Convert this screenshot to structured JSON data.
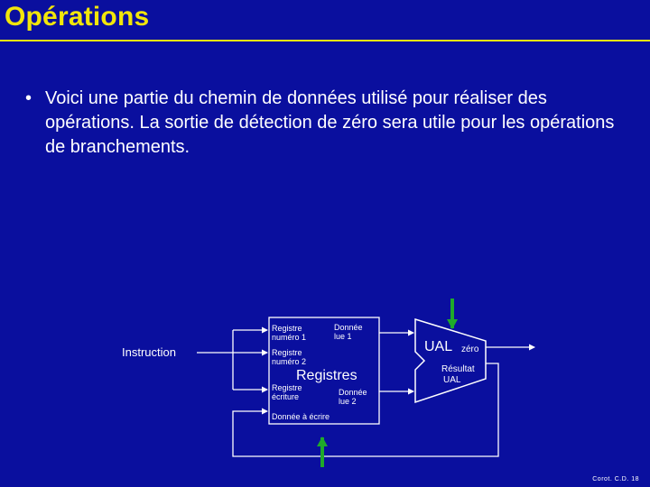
{
  "slide": {
    "title": "Opérations",
    "bullet_symbol": "•",
    "bullet": "Voici une partie du chemin de données utilisé pour réaliser des opérations. La sortie de détection de zéro sera utile pour les opérations de branchements.",
    "footer": "Corot. C.D. 18"
  },
  "diagram": {
    "instruction_label": "Instruction",
    "registers": {
      "title": "Registres",
      "read_reg1": [
        "Registre",
        "numéro 1"
      ],
      "read_reg2": [
        "Registre",
        "numéro 2"
      ],
      "write_reg": [
        "Registre",
        "écriture"
      ],
      "read_data1": [
        "Donnée",
        "lue 1"
      ],
      "read_data2": [
        "Donnée",
        "lue 2"
      ],
      "write_data": "Donnée à écrire"
    },
    "alu": {
      "label": "UAL",
      "zero": "zéro",
      "result": [
        "Résultat",
        "UAL"
      ]
    },
    "colors": {
      "background": "#0a0f9e",
      "title": "#f2e60a",
      "lines": "#ffffff",
      "control_arrows": "#1faa2a"
    }
  }
}
